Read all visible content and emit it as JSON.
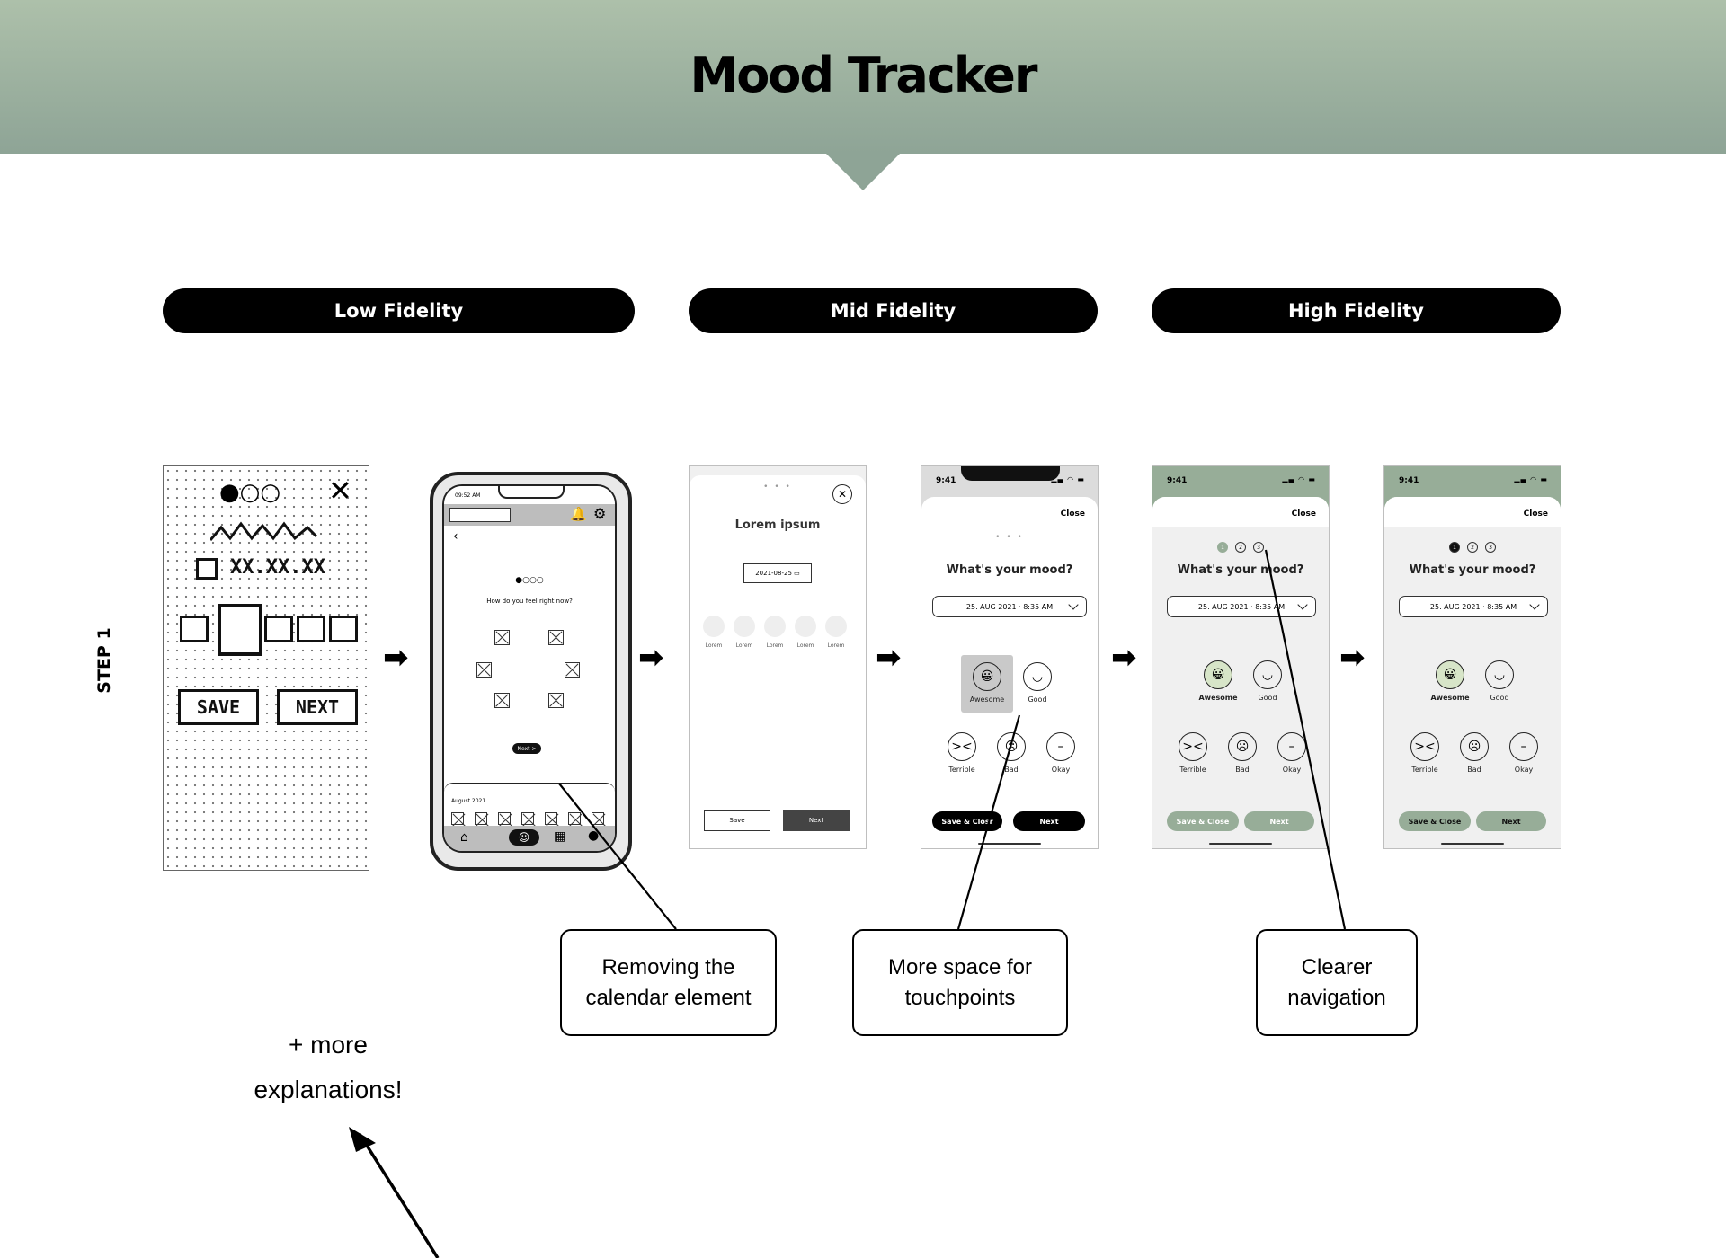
{
  "title": "Mood Tracker",
  "phases": [
    "Low Fidelity",
    "Mid Fidelity",
    "High Fidelity"
  ],
  "step_label": "STEP 1",
  "sketch": {
    "date": "XX.XX.XX",
    "save": "SAVE",
    "next": "NEXT"
  },
  "lofi_phone": {
    "time": "09:52 AM",
    "question": "How do you feel right now?",
    "next": "Next >",
    "month": "August 2021"
  },
  "mid1": {
    "title": "Lorem ipsum",
    "date": "2021-08-25",
    "options": [
      "Lorem",
      "Lorem",
      "Lorem",
      "Lorem",
      "Lorem"
    ],
    "save": "Save",
    "next": "Next"
  },
  "hifi_common": {
    "time": "9:41",
    "close": "Close",
    "question": "What's your mood?",
    "date": "25. AUG 2021  ·  8:35 AM",
    "moods": [
      "Awesome",
      "Good",
      "Terrible",
      "Bad",
      "Okay"
    ],
    "save_close": "Save & Close",
    "next": "Next",
    "steps": [
      "1",
      "2",
      "3"
    ]
  },
  "mid2_save": "Save & Closr",
  "callouts": {
    "calendar": "Removing the calendar element",
    "touch": "More space for touchpoints",
    "nav": "Clearer navigation"
  },
  "more_text": "+ more explanations!",
  "colors": {
    "header": "#a0b5a0",
    "accent": "#97ad98",
    "face_fill": "#d7e5c8",
    "pill": "#000000"
  }
}
